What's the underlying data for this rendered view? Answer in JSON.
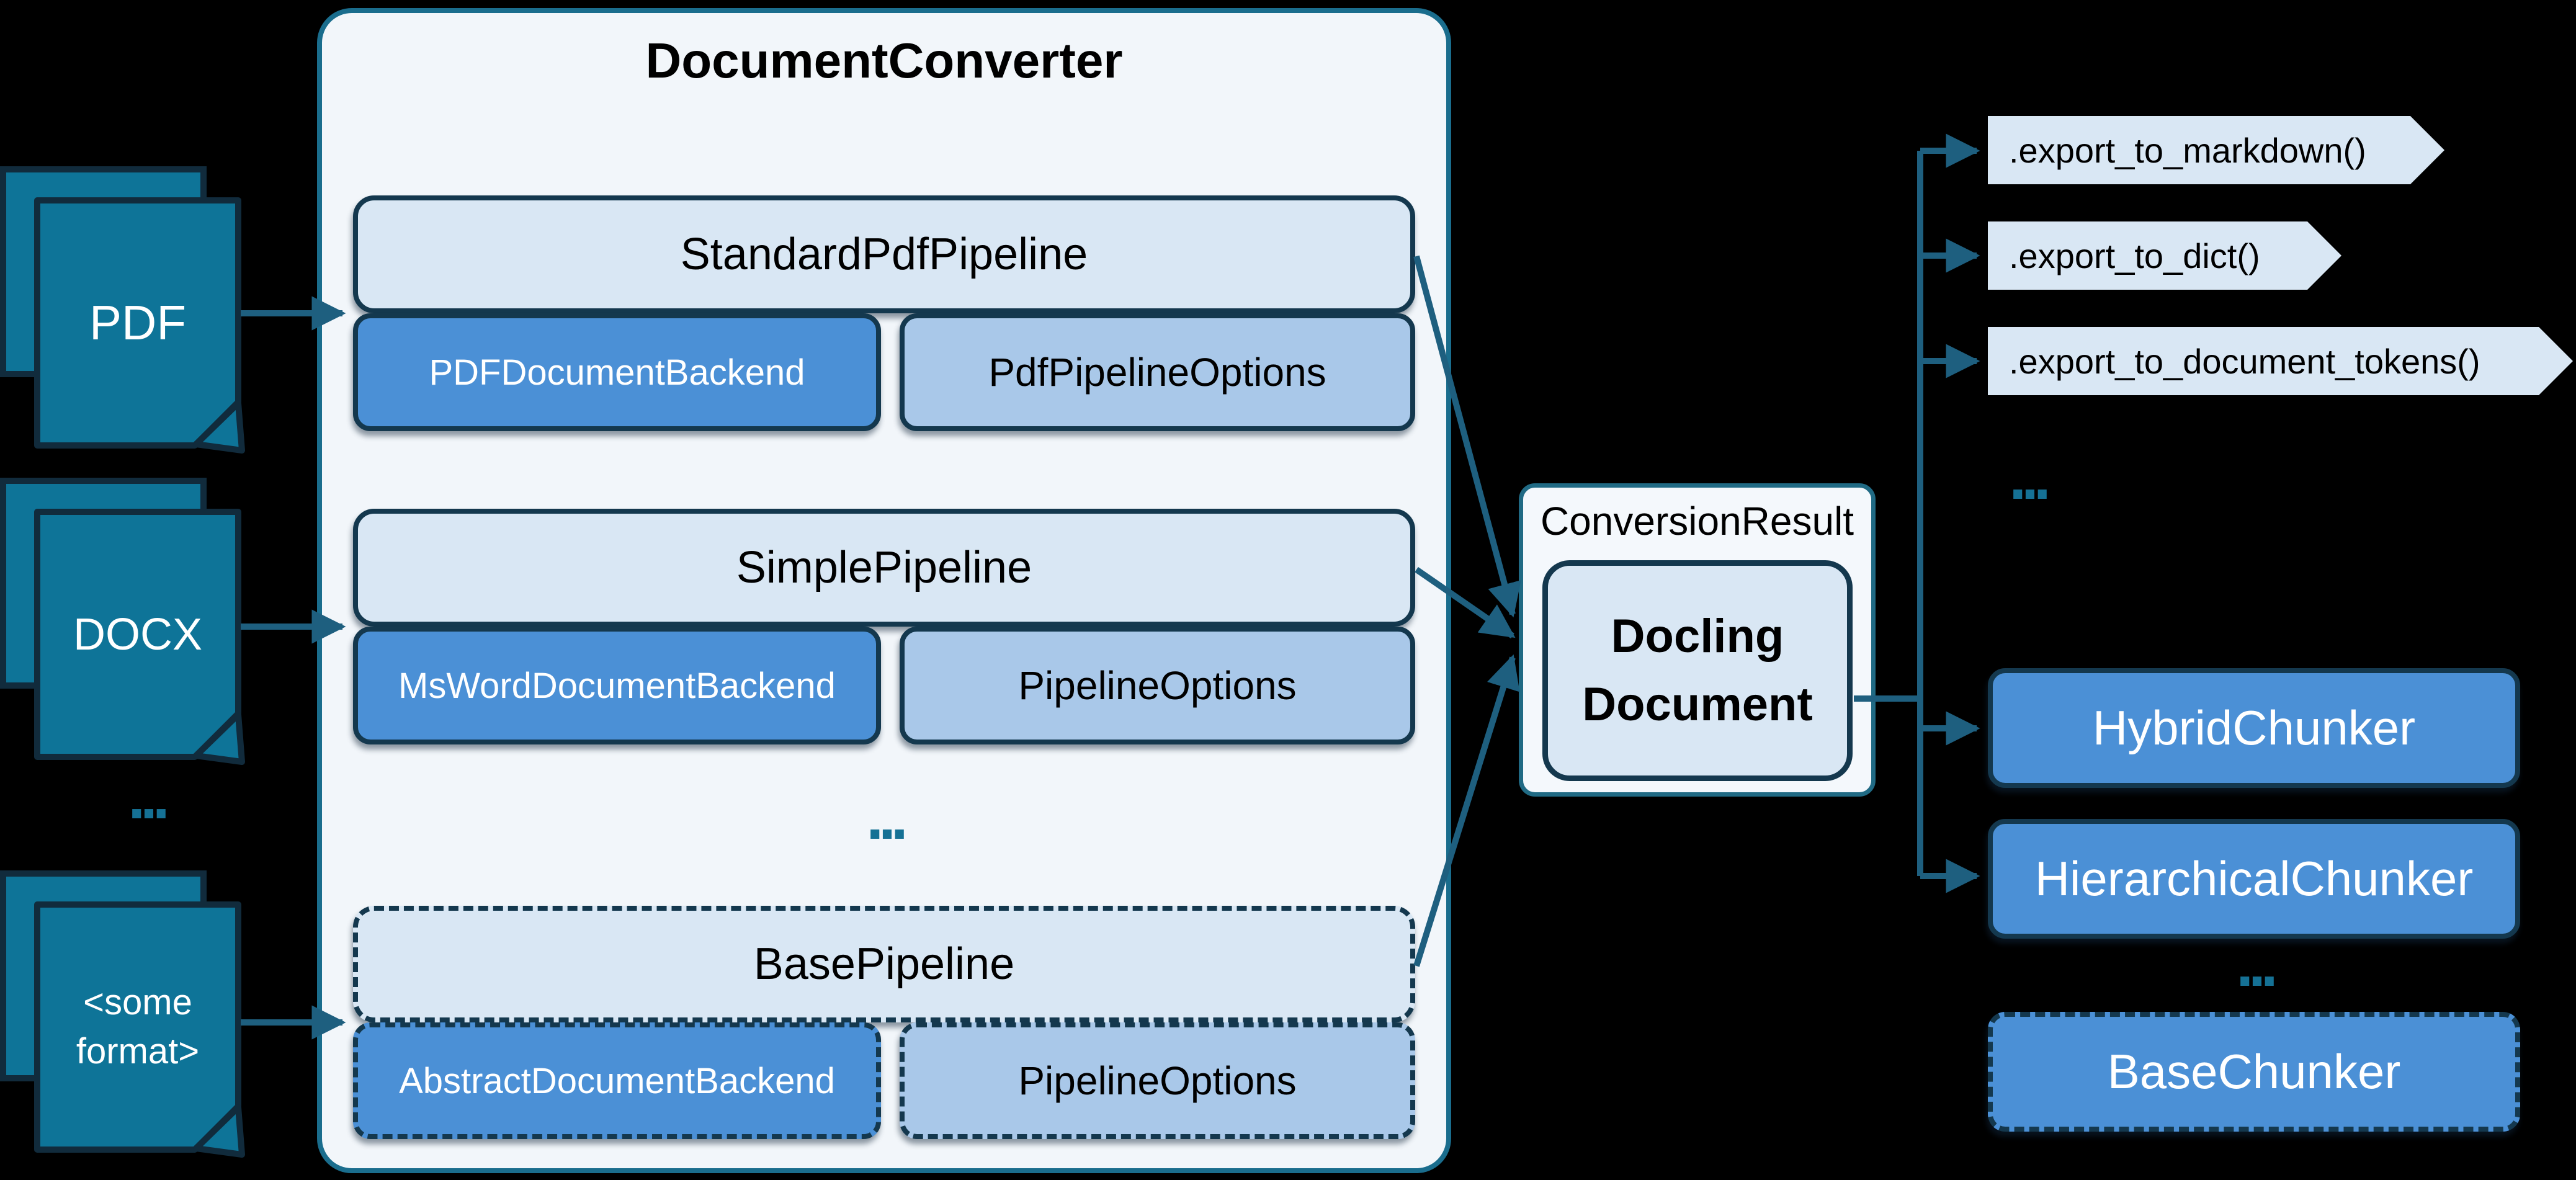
{
  "inputs": {
    "items": [
      {
        "label": "PDF"
      },
      {
        "label": "DOCX"
      },
      {
        "label": "<some format>"
      }
    ],
    "ellipsis": "..."
  },
  "converter": {
    "title": "DocumentConverter",
    "pipelines": [
      {
        "name": "StandardPdfPipeline",
        "backend": "PDFDocumentBackend",
        "options": "PdfPipelineOptions",
        "style": "solid"
      },
      {
        "name": "SimplePipeline",
        "backend": "MsWordDocumentBackend",
        "options": "PipelineOptions",
        "style": "solid"
      },
      {
        "name": "BasePipeline",
        "backend": "AbstractDocumentBackend",
        "options": "PipelineOptions",
        "style": "dashed"
      }
    ],
    "ellipsis": "..."
  },
  "result": {
    "label": "ConversionResult",
    "document": "Docling Document"
  },
  "exports": {
    "items": [
      ".export_to_markdown()",
      ".export_to_dict()",
      ".export_to_document_tokens()"
    ],
    "ellipsis": "..."
  },
  "chunkers": {
    "items": [
      "HybridChunker",
      "HierarchicalChunker"
    ],
    "ellipsis": "...",
    "base": "BaseChunker"
  },
  "colors": {
    "background": "#000000",
    "document_fill": "#0E7498",
    "dark_border": "#112B3C",
    "connector_line": "#1E5F7F",
    "container_fill": "#F2F6FA",
    "container_border": "#1A6D8D",
    "pipeline_fill": "#D9E7F4",
    "backend_fill": "#4B90D6",
    "options_fill": "#A9C8E9",
    "result_fill": "#F4F8FC",
    "chunker_fill": "#4B90D6",
    "ellipsis_color": "#157195"
  }
}
